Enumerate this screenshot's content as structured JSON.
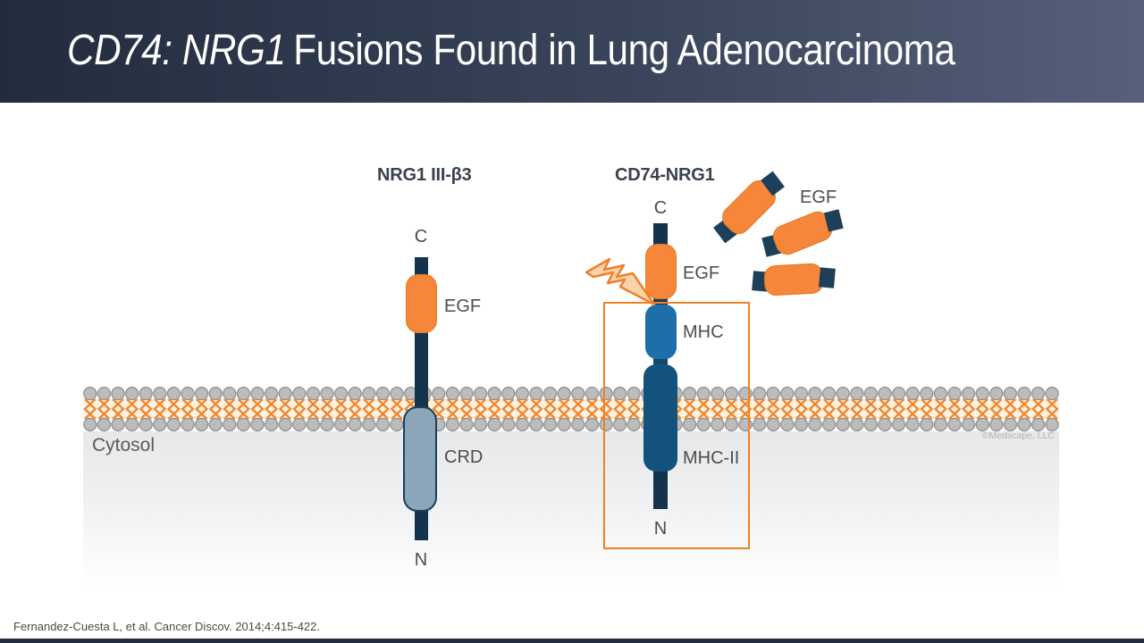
{
  "header": {
    "title_italic": "CD74: NRG1",
    "title_rest": "Fusions Found in Lung Adenocarcinoma"
  },
  "labels": {
    "nrg1_name": "NRG1 III-β3",
    "cd74_name": "CD74-NRG1",
    "c_terminus": "C",
    "n_terminus": "N",
    "egf": "EGF",
    "crd": "CRD",
    "mhc": "MHC",
    "mhc2": "MHC-II",
    "free_egf": "EGF",
    "cytosol": "Cytosol"
  },
  "footer": {
    "citation": "Fernandez-Cuesta L, et al. Cancer Discov. 2014;4:415-422.",
    "watermark": "©Medscape, LLC"
  },
  "colors": {
    "header_dark": "#232C3E",
    "header_light": "#566079",
    "domain_orange": "#F5863A",
    "stalk_navy": "#15334C",
    "mhc_blue": "#1E6FA9",
    "mhc2_blue": "#14527E",
    "crd_gray_blue": "#8BA6B9",
    "box_orange": "#EF8123",
    "membrane_head_gray": "#BCBCBC",
    "lipid_tail_orange": "#F0872E"
  }
}
